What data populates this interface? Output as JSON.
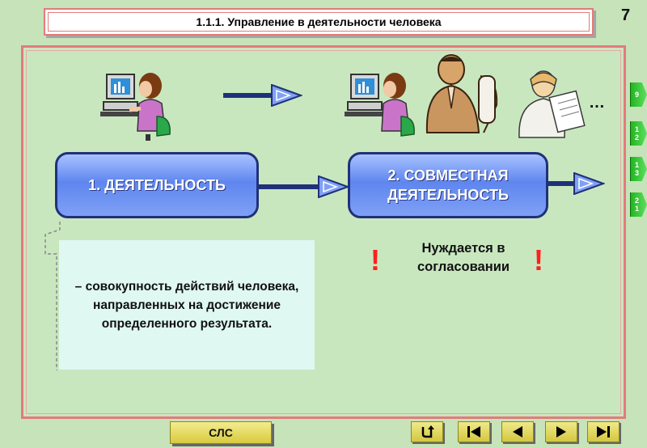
{
  "header": {
    "title": "1.1.1. Управление в деятельности человека",
    "page_number": "7"
  },
  "main": {
    "box1_label": "1. ДЕЯТЕЛЬНОСТЬ",
    "box2_line1": "2. СОВМЕСТНАЯ",
    "box2_line2": "ДЕЯТЕЛЬНОСТЬ",
    "definition": "– совокупность действий человека, направленных на достижение определенного результата.",
    "needs_line1": "Нуждается в",
    "needs_line2": "согласовании",
    "exclamation": "!",
    "ellipsis": "…"
  },
  "side_nav": [
    {
      "line1": "9",
      "line2": ""
    },
    {
      "line1": "1",
      "line2": "2"
    },
    {
      "line1": "1",
      "line2": "3"
    },
    {
      "line1": "2",
      "line2": "1"
    }
  ],
  "bottom_nav": {
    "sls_label": "СЛС",
    "buttons": [
      "return-icon",
      "first-icon",
      "prev-icon",
      "next-icon",
      "last-icon"
    ]
  },
  "colors": {
    "background": "#c6e3b9",
    "frame": "#e27b7b",
    "pill_border": "#20317a",
    "exclamation": "#ff1f1f",
    "nav_button": "#e6dd5a",
    "side_button": "#2fc42f"
  }
}
